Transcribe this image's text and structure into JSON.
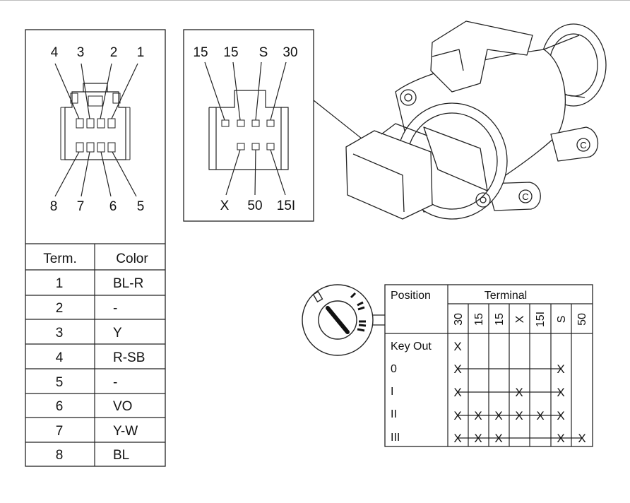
{
  "connector_left": {
    "top_pins": [
      "4",
      "3",
      "2",
      "1"
    ],
    "bottom_pins": [
      "8",
      "7",
      "6",
      "5"
    ]
  },
  "connector_right": {
    "top_pins": [
      "15",
      "15",
      "S",
      "30"
    ],
    "bottom_pins": [
      "X",
      "50",
      "15I"
    ]
  },
  "color_table": {
    "headers": [
      "Term.",
      "Color"
    ],
    "rows": [
      [
        "1",
        "BL-R"
      ],
      [
        "2",
        "-"
      ],
      [
        "3",
        "Y"
      ],
      [
        "4",
        "R-SB"
      ],
      [
        "5",
        "-"
      ],
      [
        "6",
        "VO"
      ],
      [
        "7",
        "Y-W"
      ],
      [
        "8",
        "BL"
      ]
    ]
  },
  "switch_table": {
    "header_position": "Position",
    "header_terminal": "Terminal",
    "terminals": [
      "30",
      "15",
      "15",
      "X",
      "15I",
      "S",
      "50"
    ],
    "positions": [
      "Key Out",
      "0",
      "I",
      "II",
      "III"
    ],
    "connections": [
      [
        0
      ],
      [
        0,
        5
      ],
      [
        0,
        3,
        5
      ],
      [
        0,
        1,
        2,
        3,
        4,
        5
      ],
      [
        0,
        1,
        2,
        5,
        6
      ]
    ],
    "mark": "X"
  },
  "housing_marks": [
    "C",
    "C"
  ]
}
